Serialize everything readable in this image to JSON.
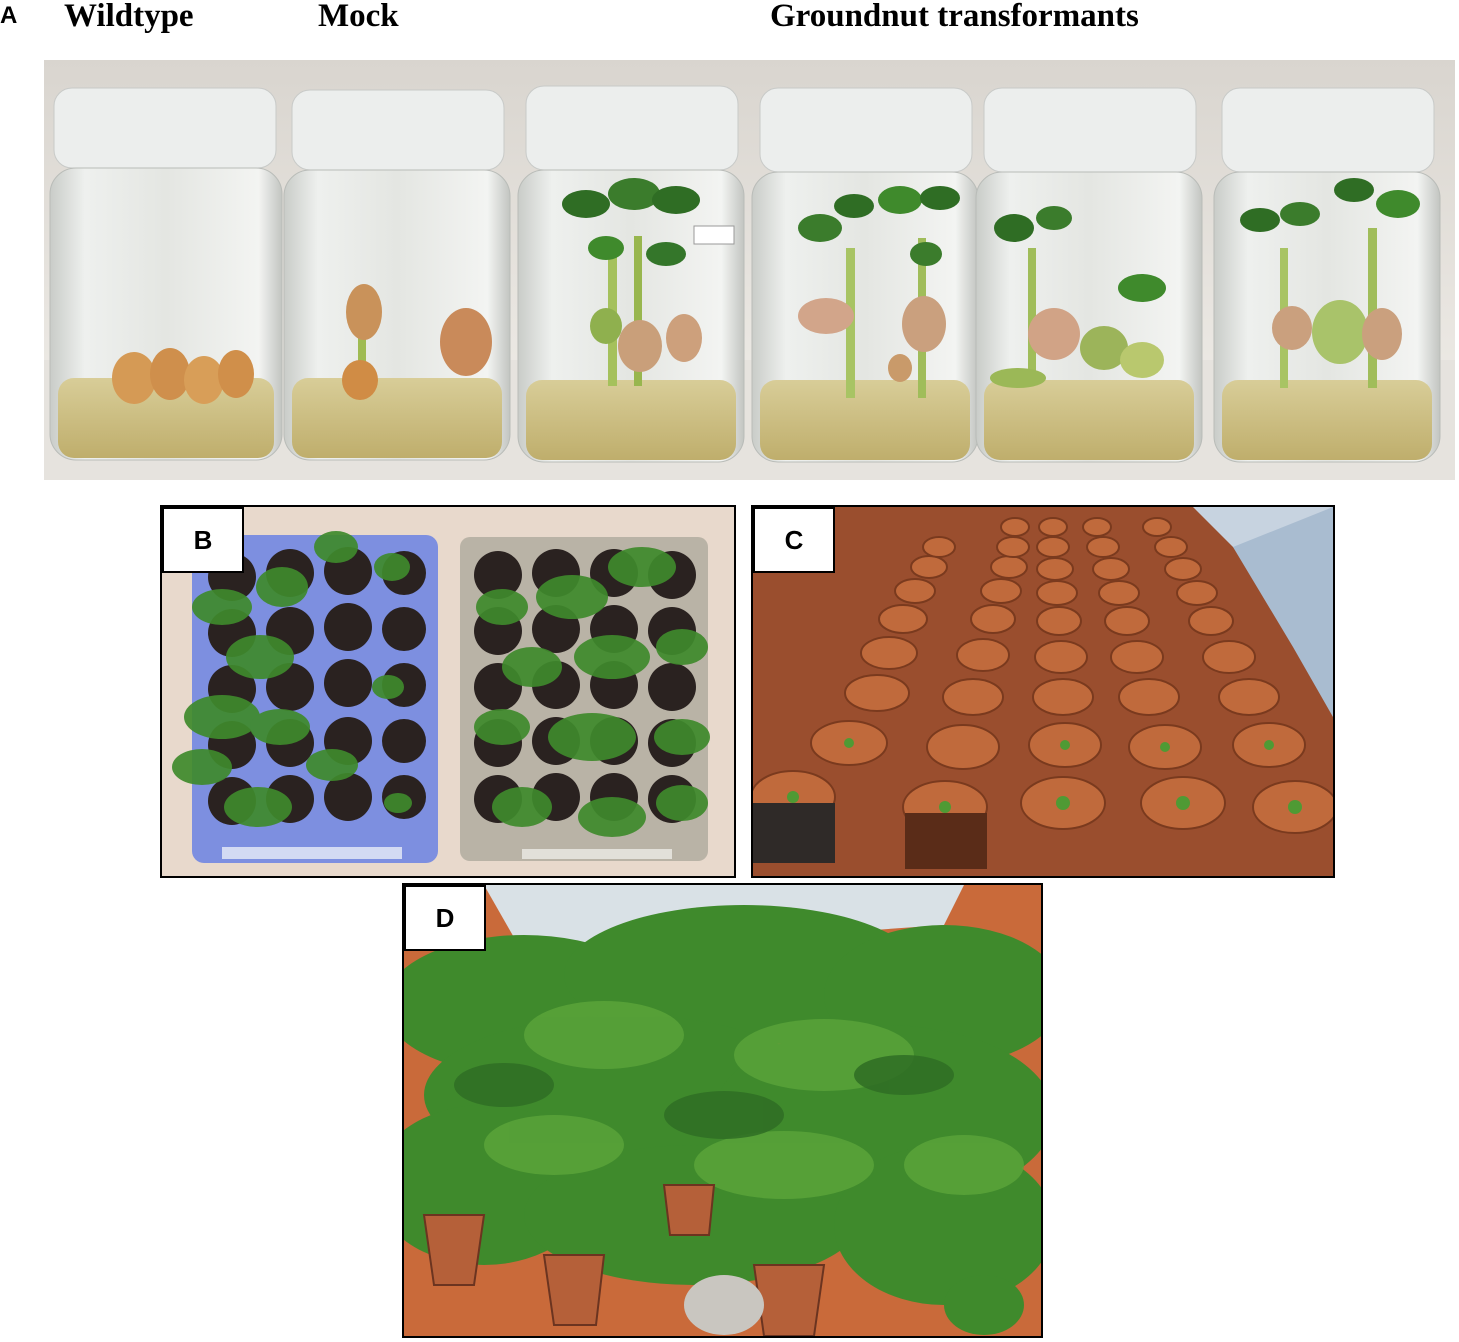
{
  "panels": {
    "a": {
      "letter": "A",
      "labels": {
        "wildtype": "Wildtype",
        "mock": "Mock",
        "transformants": "Groundnut transformants"
      }
    },
    "b": {
      "letter": "B"
    },
    "c": {
      "letter": "C"
    },
    "d": {
      "letter": "D"
    }
  },
  "colors": {
    "plant_green": "#3f8a2c",
    "soil_red": "#b5532e",
    "tray_blue": "#7d8fe0",
    "agar_yellow": "#cfc186"
  }
}
